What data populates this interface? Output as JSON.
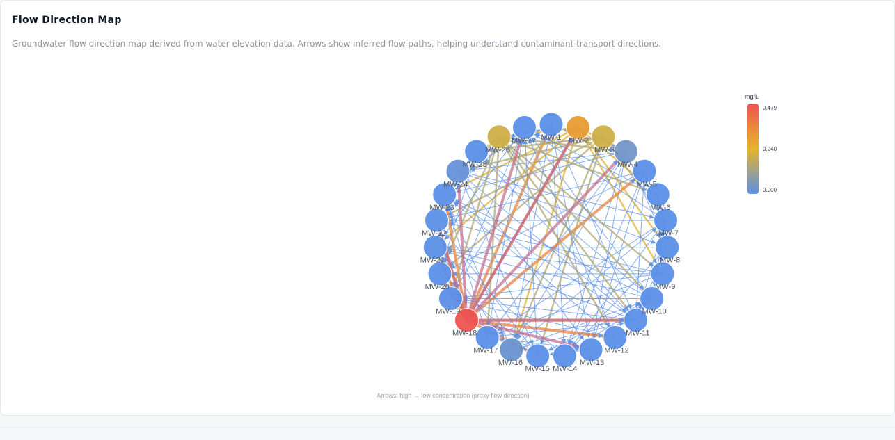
{
  "card": {
    "title": "Flow Direction Map",
    "description": "Groundwater flow direction map derived from water elevation data. Arrows show inferred flow paths, helping understand contaminant transport directions."
  },
  "chart_data": {
    "type": "network",
    "caption": "Arrows: high → low concentration (proxy flow direction)",
    "colorbar": {
      "title": "mg/L",
      "min": 0.0,
      "mid": 0.24,
      "max": 0.479,
      "tick_labels": [
        "0.479",
        "0.240",
        "0.000"
      ],
      "colors": [
        "#5b8fe8",
        "#e6b52a",
        "#ef5350"
      ]
    },
    "nodes": [
      {
        "id": "MW-1",
        "value": 0.0
      },
      {
        "id": "MW-2",
        "value": 0.3
      },
      {
        "id": "MW-3",
        "value": 0.2
      },
      {
        "id": "MW-4",
        "value": 0.04
      },
      {
        "id": "MW-5",
        "value": 0.0
      },
      {
        "id": "MW-6",
        "value": 0.0
      },
      {
        "id": "MW-7",
        "value": 0.0
      },
      {
        "id": "MW-8",
        "value": 0.0
      },
      {
        "id": "MW-9",
        "value": 0.0
      },
      {
        "id": "MW-10",
        "value": 0.0
      },
      {
        "id": "MW-11",
        "value": 0.0
      },
      {
        "id": "MW-12",
        "value": 0.0
      },
      {
        "id": "MW-13",
        "value": 0.0
      },
      {
        "id": "MW-14",
        "value": 0.0
      },
      {
        "id": "MW-15",
        "value": 0.0
      },
      {
        "id": "MW-16",
        "value": 0.03
      },
      {
        "id": "MW-17",
        "value": 0.0
      },
      {
        "id": "MW-18",
        "value": 0.479
      },
      {
        "id": "MW-19",
        "value": 0.0
      },
      {
        "id": "MW-20",
        "value": 0.0
      },
      {
        "id": "MW-21",
        "value": 0.0
      },
      {
        "id": "MW-22",
        "value": 0.0
      },
      {
        "id": "MW-23",
        "value": 0.0
      },
      {
        "id": "MW-24",
        "value": 0.02
      },
      {
        "id": "MW-25",
        "value": 0.0
      },
      {
        "id": "MW-26",
        "value": 0.2
      },
      {
        "id": "MW-27",
        "value": 0.0
      }
    ]
  }
}
